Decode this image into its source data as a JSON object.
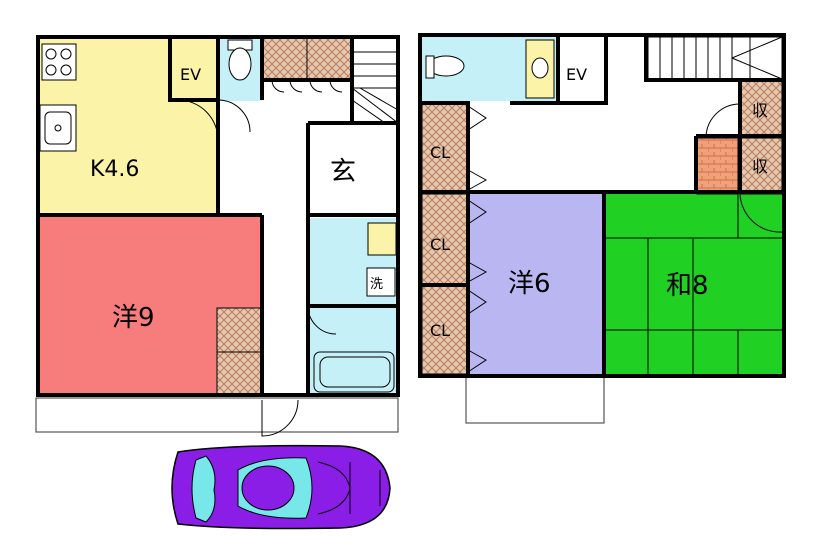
{
  "floor1": {
    "kitchen": "K4.6",
    "western_room": "洋9",
    "entrance": "玄",
    "elevator": "EV",
    "washroom": "洗"
  },
  "floor2": {
    "elevator": "EV",
    "closets": [
      "CL",
      "CL",
      "CL"
    ],
    "western_room": "洋6",
    "japanese_room": "和8",
    "storage": [
      "収",
      "収"
    ]
  },
  "colors": {
    "kitchen": "#fbf3a8",
    "western_room_1f": "#f77d7c",
    "western_room_2f": "#b9b6f2",
    "japanese_room": "#20d023",
    "wet_area": "#c6f0f7",
    "closet": "#e4c2a8",
    "car_body": "#8b1ee6",
    "car_glass": "#78e7ea"
  }
}
